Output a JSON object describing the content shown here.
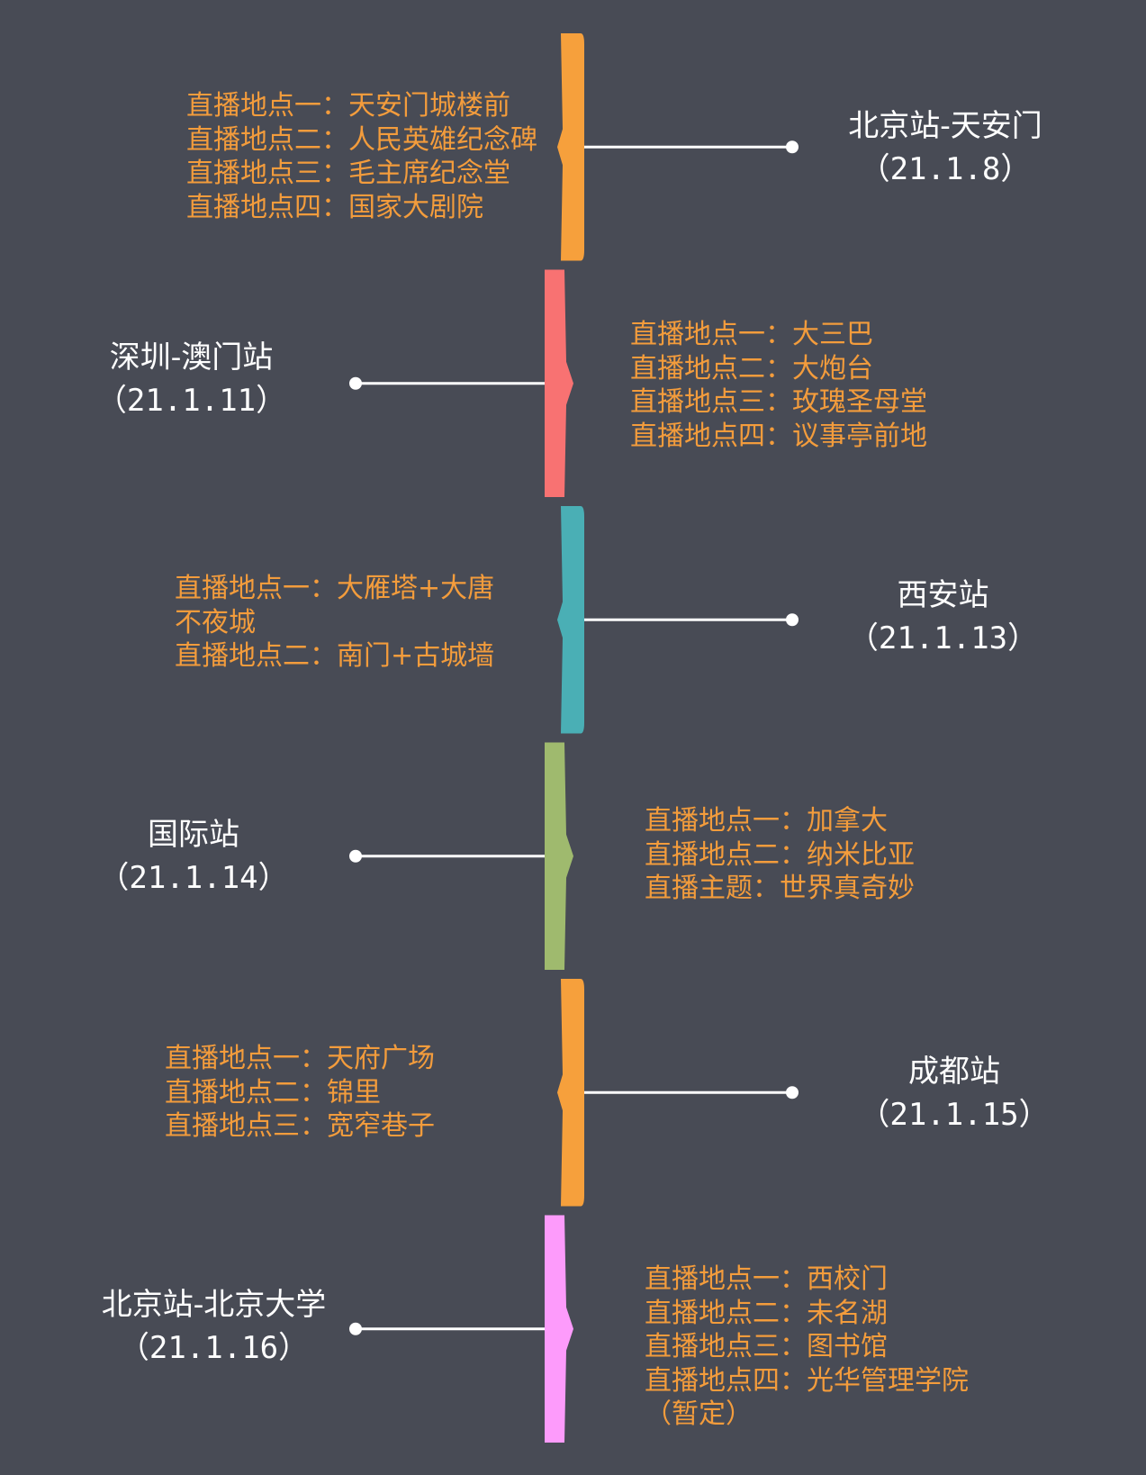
{
  "stations": [
    {
      "name": "北京站-天安门",
      "date": "（21.1.8）",
      "color": "#f6a03c",
      "label_side": "right",
      "spots": [
        "直播地点一：天安门城楼前",
        "直播地点二：人民英雄纪念碑",
        "直播地点三：毛主席纪念堂",
        "直播地点四：国家大剧院"
      ]
    },
    {
      "name": "深圳-澳门站",
      "date": "（21.1.11）",
      "color": "#f87272",
      "label_side": "left",
      "spots": [
        "直播地点一：大三巴",
        "直播地点二：大炮台",
        "直播地点三：玫瑰圣母堂",
        "直播地点四：议事亭前地"
      ]
    },
    {
      "name": "西安站",
      "date": "（21.1.13）",
      "color": "#4aafb5",
      "label_side": "right",
      "spots": [
        "直播地点一：大雁塔+大唐不夜城",
        "直播地点二：南门+古城墙"
      ]
    },
    {
      "name": "国际站",
      "date": "（21.1.14）",
      "color": "#9fba6e",
      "label_side": "left",
      "spots": [
        "直播地点一：加拿大",
        "直播地点二：纳米比亚",
        "直播主题：世界真奇妙"
      ]
    },
    {
      "name": "成都站",
      "date": "（21.1.15）",
      "color": "#f6a03c",
      "label_side": "right",
      "spots": [
        "直播地点一：天府广场",
        "直播地点二：锦里",
        "直播地点三：宽窄巷子"
      ]
    },
    {
      "name": "北京站-北京大学",
      "date": "（21.1.16）",
      "color": "#fd9bfb",
      "label_side": "left",
      "spots": [
        "直播地点一：西校门",
        "直播地点二：未名湖",
        "直播地点三：图书馆",
        "直播地点四：光华管理学院（暂定）"
      ]
    }
  ],
  "connector_color": "#ffffff"
}
